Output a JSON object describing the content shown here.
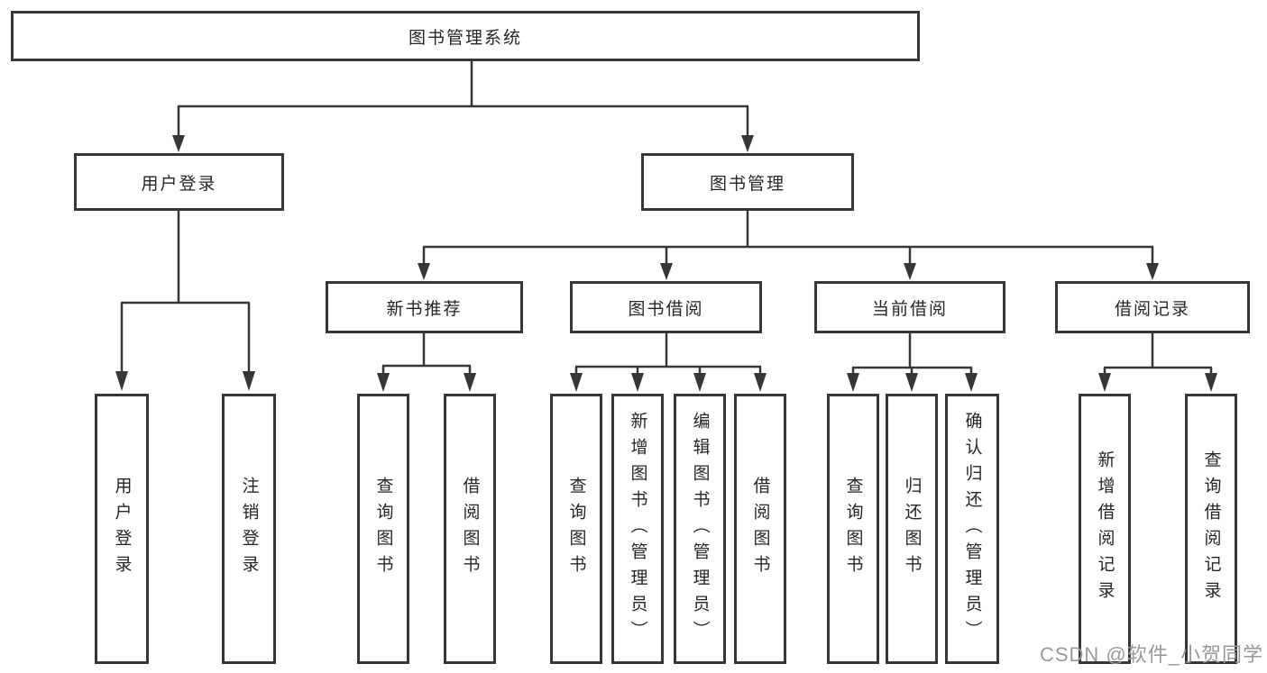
{
  "nodes": {
    "root": {
      "label": "图书管理系统"
    },
    "level2": [
      {
        "label": "用户登录"
      },
      {
        "label": "图书管理"
      }
    ],
    "level3": [
      {
        "label": "新书推荐"
      },
      {
        "label": "图书借阅"
      },
      {
        "label": "当前借阅"
      },
      {
        "label": "借阅记录"
      }
    ],
    "leaves": [
      {
        "label": "用户登录"
      },
      {
        "label": "注销登录"
      },
      {
        "label": "查询图书"
      },
      {
        "label": "借阅图书"
      },
      {
        "label": "查询图书"
      },
      {
        "label": "新增图书（管理员）"
      },
      {
        "label": "编辑图书（管理员）"
      },
      {
        "label": "借阅图书"
      },
      {
        "label": "查询图书"
      },
      {
        "label": "归还图书"
      },
      {
        "label": "确认归还（管理员）"
      },
      {
        "label": "新增借阅记录"
      },
      {
        "label": "查询借阅记录"
      }
    ]
  },
  "watermark": {
    "text": "CSDN @软件_小贺同学",
    "color": "#9e9797"
  },
  "colors": {
    "line": "#363636",
    "box_border": "#363636",
    "text": "#262626",
    "background": "#ffffff"
  }
}
